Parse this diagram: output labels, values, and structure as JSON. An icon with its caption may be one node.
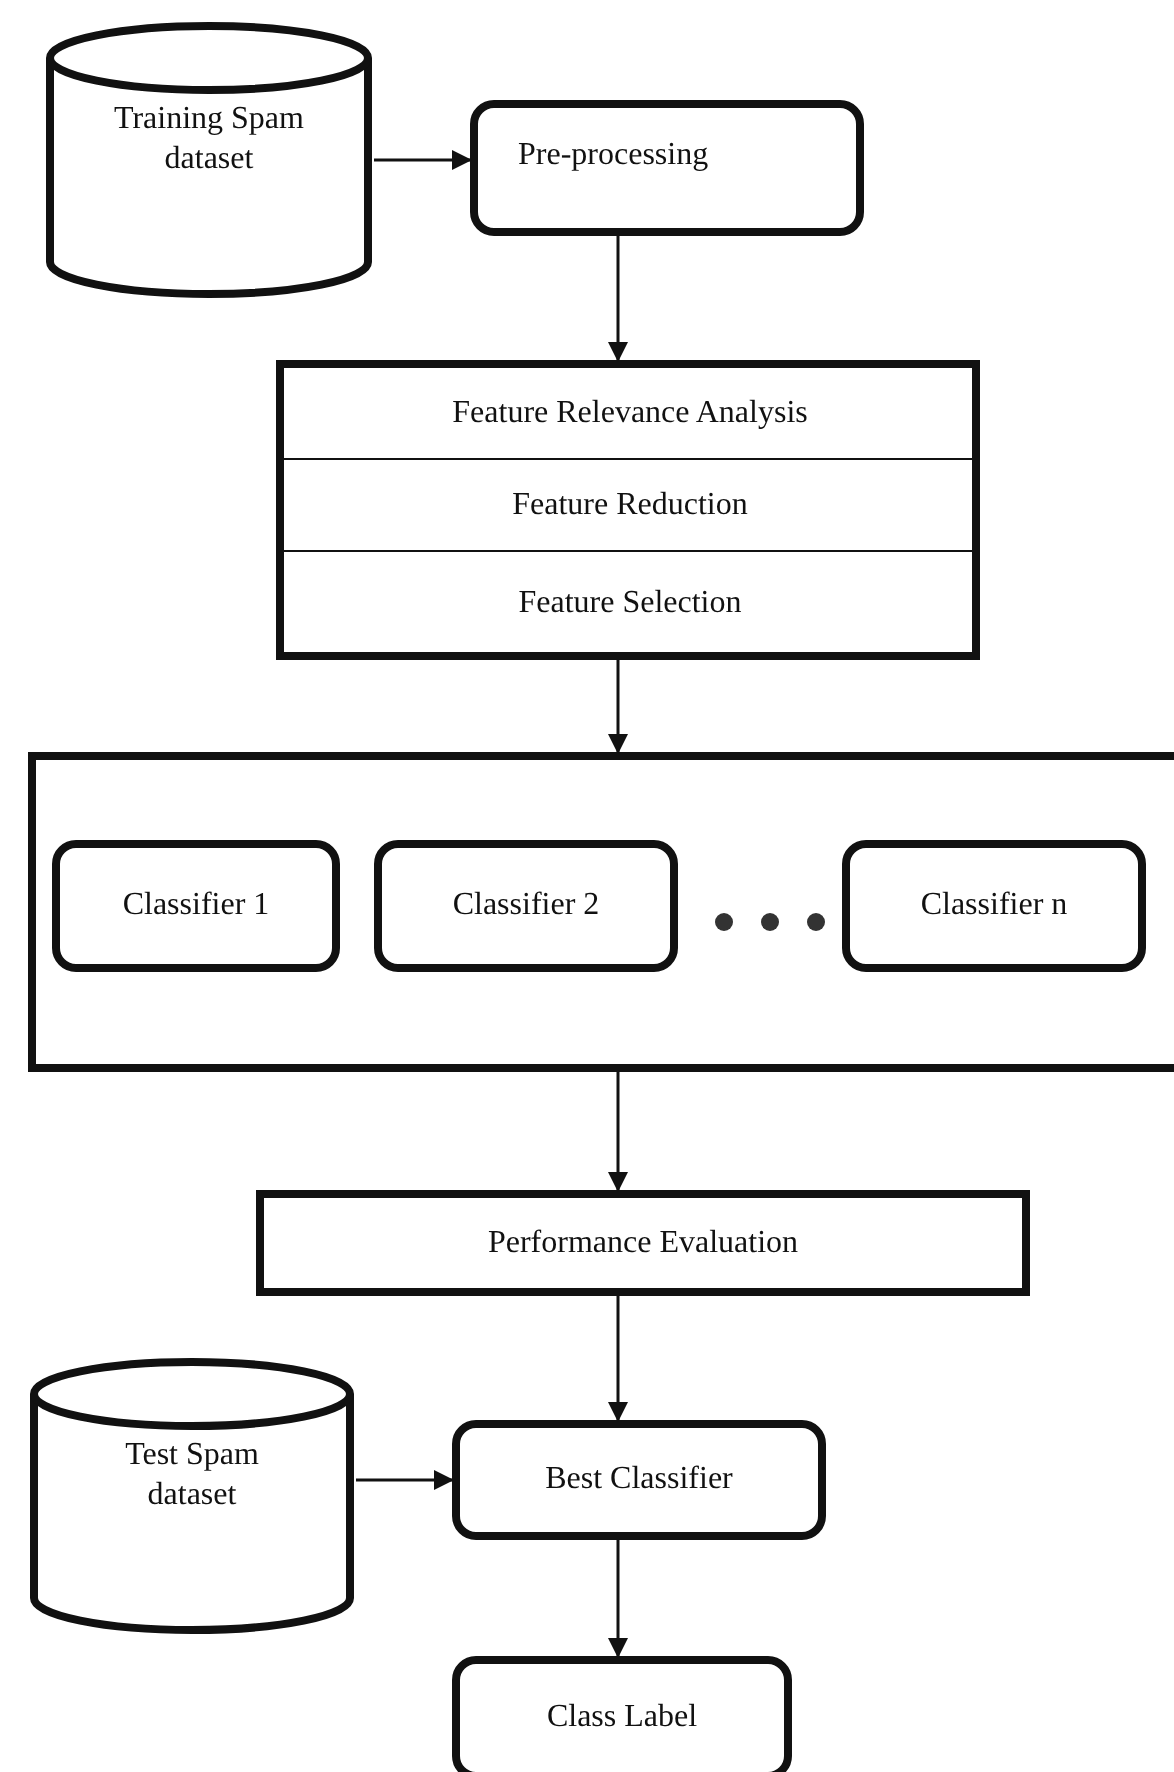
{
  "diagram": {
    "nodes": [
      {
        "text": [
          "Training Spam dataset"
        ]
      },
      {
        "text": [
          "Pre-processing"
        ]
      },
      {
        "text": [],
        "shape": "box"
      },
      {
        "text": [
          "Feature Relevance Analysis"
        ],
        "in": 2
      },
      {
        "text": [
          "Feature Reduction"
        ],
        "in": 2
      },
      {
        "text": [
          "Feature Selection"
        ],
        "in": 2
      },
      {
        "text": [],
        "shape": "box"
      },
      {
        "text": [
          "Classifier 1"
        ],
        "in": 6
      },
      {
        "text": [
          "Classifier 2"
        ],
        "in": 6
      },
      {
        "text": [
          "Classifier n"
        ],
        "in": 6
      },
      {
        "text": [
          "Performance Evaluation"
        ]
      },
      {
        "text": [
          "Test Spam dataset"
        ]
      },
      {
        "text": [
          "Best Classifier"
        ]
      },
      {
        "text": [
          "Class Label"
        ]
      }
    ],
    "edges": [
      {
        "from": 0,
        "to": 1,
        "arrow": "to"
      },
      {
        "from": 1,
        "to": 2,
        "arrow": "to"
      },
      {
        "from": 2,
        "to": 6,
        "arrow": "to"
      },
      {
        "from": 6,
        "to": 10,
        "arrow": "to"
      },
      {
        "from": 10,
        "to": 12,
        "arrow": "to"
      },
      {
        "from": 11,
        "to": 12,
        "arrow": "to"
      },
      {
        "from": 12,
        "to": 13,
        "arrow": "to"
      }
    ]
  }
}
